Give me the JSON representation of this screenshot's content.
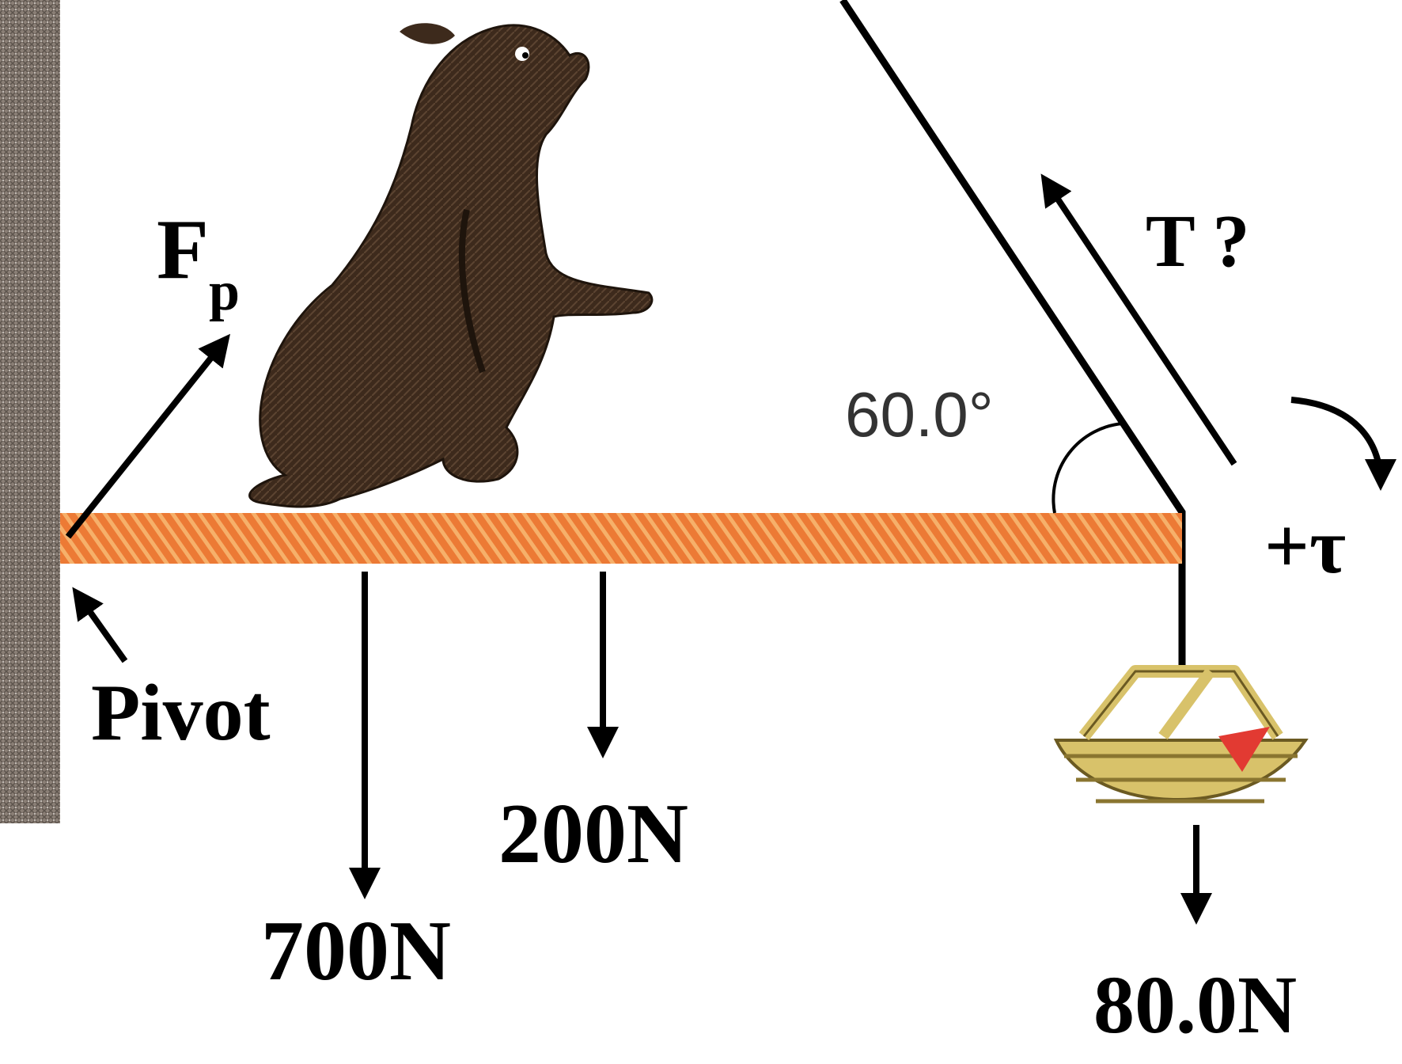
{
  "labels": {
    "pivot_force_main": "F",
    "pivot_force_sub": "p",
    "tension": "T ?",
    "angle": "60.0°",
    "torque_sign": "+τ",
    "pivot": "Pivot",
    "person_weight": "700N",
    "beam_weight": "200N",
    "basket_weight": "80.0N"
  },
  "colors": {
    "wall": "#8a7f76",
    "beam": "#ec7a35",
    "beam_stripe": "#f6b06a",
    "animal": "#3d2a1c",
    "basket": "#d8c26a",
    "basket_flag": "#e23a32",
    "ink": "#000000"
  }
}
